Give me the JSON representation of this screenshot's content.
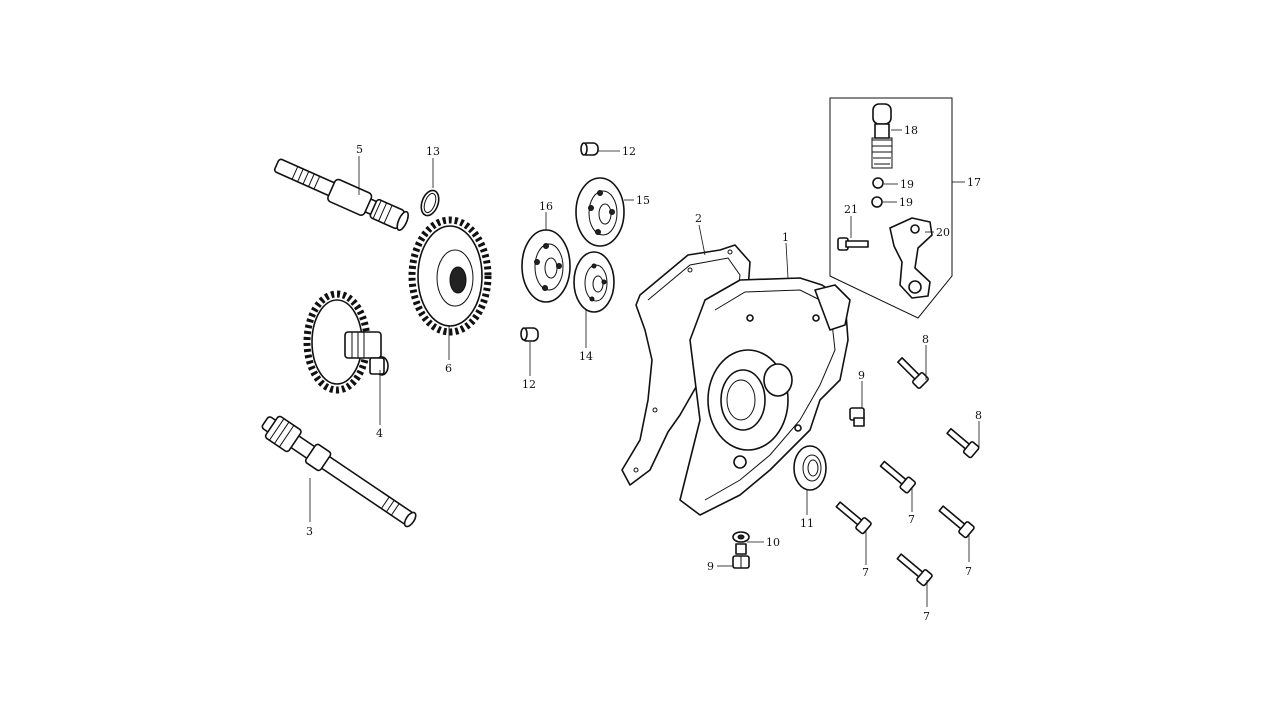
{
  "diagram": {
    "callouts": {
      "c1": "1",
      "c2": "2",
      "c3": "3",
      "c4": "4",
      "c5": "5",
      "c6": "6",
      "c7a": "7",
      "c7b": "7",
      "c7c": "7",
      "c7d": "7",
      "c8a": "8",
      "c8b": "8",
      "c9a": "9",
      "c9b": "9",
      "c10": "10",
      "c11": "11",
      "c12a": "12",
      "c12b": "12",
      "c13": "13",
      "c14": "14",
      "c15": "15",
      "c16": "16",
      "c17": "17",
      "c18": "18",
      "c19a": "19",
      "c19b": "19",
      "c20": "20",
      "c21": "21"
    }
  }
}
